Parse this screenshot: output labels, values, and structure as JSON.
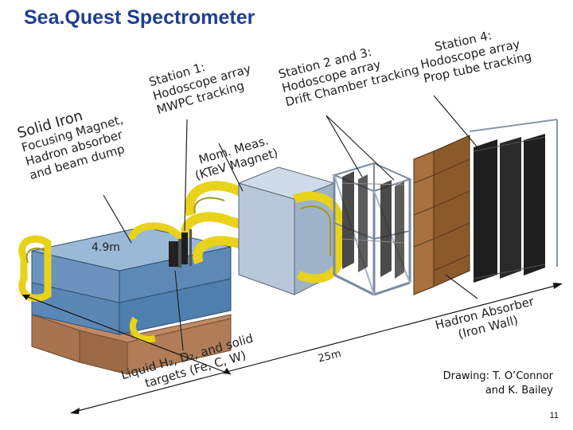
{
  "title": "Sea.Quest Spectrometer",
  "labels": {
    "solid_iron": [
      "Solid Iron",
      "Focusing Magnet,",
      "Hadron absorber",
      "and beam dump"
    ],
    "station1": [
      "Station 1:",
      "Hodoscope array",
      "MWPC tracking"
    ],
    "station23": [
      "Station 2 and 3:",
      "Hodoscope array",
      "Drift Chamber tracking"
    ],
    "station4": [
      "Station 4:",
      "Hodoscope array",
      "Prop tube tracking"
    ],
    "mom_meas": [
      "Mom. Meas.",
      "(KTeV Magnet)"
    ],
    "hadron_absorber": [
      "Hadron Absorber",
      "(Iron Wall)"
    ],
    "targets_line1": "Liquid H₂, D₂, and solid",
    "targets_line2": "targets (Fe, C, W)",
    "dim_4_9m": "4.9m",
    "dim_25m": "25m"
  },
  "credit": [
    "Drawing:  T. O’Connor",
    "and K. Bailey"
  ],
  "page_number": "11",
  "colors": {
    "title": "#1f3f8f",
    "magnet_coil": "#e8d21a",
    "iron_top": "#8fb4d8",
    "iron_side": "#4f7fae",
    "iron_base": "#c08a63",
    "frame": "#b8c4d4",
    "absorber_wall": "#8b5a2b"
  }
}
